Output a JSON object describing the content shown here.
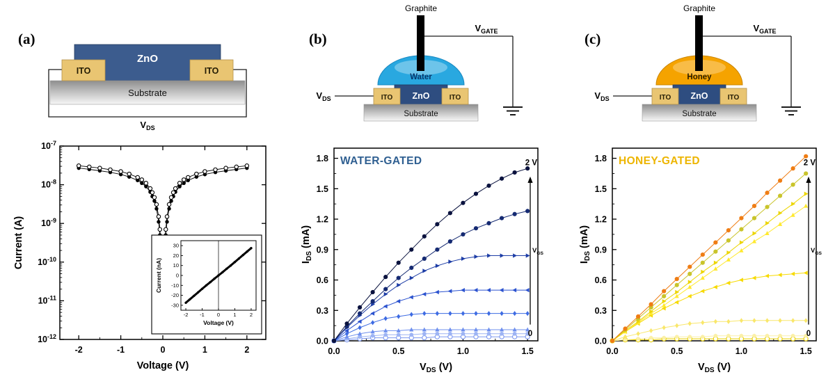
{
  "panels": {
    "a": {
      "label": "(a)",
      "schematic": {
        "zno": "ZnO",
        "ito_left": "ITO",
        "ito_right": "ITO",
        "substrate": "Substrate",
        "vds": {
          "base": "V",
          "sub": "DS"
        }
      }
    },
    "b": {
      "label": "(b)",
      "schematic": {
        "graphite": "Graphite",
        "liquid": "Water",
        "zno": "ZnO",
        "ito_left": "ITO",
        "ito_right": "ITO",
        "substrate": "Substrate",
        "vds": {
          "base": "V",
          "sub": "DS"
        },
        "vgate": {
          "base": "V",
          "sub": "GATE"
        }
      }
    },
    "c": {
      "label": "(c)",
      "schematic": {
        "graphite": "Graphite",
        "liquid": "Honey",
        "zno": "ZnO",
        "ito_left": "ITO",
        "ito_right": "ITO",
        "substrate": "Substrate",
        "vds": {
          "base": "V",
          "sub": "DS"
        },
        "vgate": {
          "base": "V",
          "sub": "GATE"
        }
      }
    }
  },
  "colors": {
    "water": "#29a8e0",
    "honey": "#f5a300",
    "water_title": "#2f5f91",
    "honey_title": "#edb500"
  },
  "chart_data": [
    {
      "id": "chart-a",
      "type": "scatter",
      "scale": "log-y",
      "xlabel": "Voltage (V)",
      "ylabel": "Current (A)",
      "xlim": [
        -2.45,
        2.45
      ],
      "xticks": [
        -2,
        -1,
        0,
        1,
        2
      ],
      "y_exponent_range": [
        -12,
        -7
      ],
      "series": [
        {
          "name": "iv-filled",
          "marker": "circle",
          "color": "#000000",
          "points": [
            [
              -2,
              2.7e-08
            ],
            [
              -1.75,
              2.5e-08
            ],
            [
              -1.5,
              2.3e-08
            ],
            [
              -1.25,
              2.1e-08
            ],
            [
              -1,
              1.85e-08
            ],
            [
              -0.8,
              1.6e-08
            ],
            [
              -0.6,
              1.3e-08
            ],
            [
              -0.5,
              1.1e-08
            ],
            [
              -0.4,
              9e-09
            ],
            [
              -0.3,
              6.5e-09
            ],
            [
              -0.25,
              5e-09
            ],
            [
              -0.2,
              3.8e-09
            ],
            [
              -0.15,
              2.4e-09
            ],
            [
              -0.1,
              1.1e-09
            ],
            [
              -0.07,
              5e-10
            ],
            [
              -0.05,
              2e-10
            ],
            [
              -0.035,
              7e-11
            ],
            [
              -0.02,
              1.6e-11
            ],
            [
              -0.012,
              9e-12
            ],
            [
              0.012,
              9e-12
            ],
            [
              0.02,
              1.6e-11
            ],
            [
              0.035,
              7e-11
            ],
            [
              0.05,
              2e-10
            ],
            [
              0.07,
              5e-10
            ],
            [
              0.1,
              1.1e-09
            ],
            [
              0.15,
              2.4e-09
            ],
            [
              0.2,
              3.8e-09
            ],
            [
              0.25,
              5e-09
            ],
            [
              0.3,
              6.5e-09
            ],
            [
              0.4,
              9e-09
            ],
            [
              0.5,
              1.1e-08
            ],
            [
              0.6,
              1.3e-08
            ],
            [
              0.8,
              1.6e-08
            ],
            [
              1,
              1.85e-08
            ],
            [
              1.25,
              2.1e-08
            ],
            [
              1.5,
              2.3e-08
            ],
            [
              1.75,
              2.5e-08
            ],
            [
              2,
              2.7e-08
            ]
          ]
        },
        {
          "name": "iv-open",
          "marker": "circle-open",
          "color": "#000000",
          "points": [
            [
              -2,
              3.1e-08
            ],
            [
              -1.75,
              2.9e-08
            ],
            [
              -1.5,
              2.7e-08
            ],
            [
              -1.25,
              2.45e-08
            ],
            [
              -1,
              2.2e-08
            ],
            [
              -0.8,
              1.9e-08
            ],
            [
              -0.6,
              1.55e-08
            ],
            [
              -0.5,
              1.35e-08
            ],
            [
              -0.4,
              1.1e-08
            ],
            [
              -0.3,
              8e-09
            ],
            [
              -0.25,
              6.3e-09
            ],
            [
              -0.2,
              4.7e-09
            ],
            [
              -0.15,
              3.1e-09
            ],
            [
              -0.1,
              1.5e-09
            ],
            [
              -0.07,
              7e-10
            ],
            [
              -0.05,
              3e-10
            ],
            [
              -0.035,
              1.1e-10
            ],
            [
              -0.02,
              2.4e-11
            ],
            [
              -0.012,
              6e-12
            ],
            [
              0.012,
              6e-12
            ],
            [
              0.02,
              2.4e-11
            ],
            [
              0.035,
              1.1e-10
            ],
            [
              0.05,
              3e-10
            ],
            [
              0.07,
              7e-10
            ],
            [
              0.1,
              1.5e-09
            ],
            [
              0.15,
              3.1e-09
            ],
            [
              0.2,
              4.7e-09
            ],
            [
              0.25,
              6.3e-09
            ],
            [
              0.3,
              8e-09
            ],
            [
              0.4,
              1.1e-08
            ],
            [
              0.5,
              1.35e-08
            ],
            [
              0.6,
              1.55e-08
            ],
            [
              0.8,
              1.9e-08
            ],
            [
              1,
              2.2e-08
            ],
            [
              1.25,
              2.45e-08
            ],
            [
              1.5,
              2.7e-08
            ],
            [
              1.75,
              2.9e-08
            ],
            [
              2,
              3.1e-08
            ]
          ]
        }
      ],
      "inset": {
        "xlabel": "Voltage (V)",
        "ylabel": "Current (nA)",
        "xlim": [
          -2.3,
          2.3
        ],
        "ylim": [
          -35,
          35
        ],
        "xticks": [
          -2,
          -1,
          0,
          1,
          2
        ],
        "yticks": [
          -30,
          -20,
          -10,
          0,
          10,
          20,
          30
        ],
        "series": [
          {
            "name": "linear-iv",
            "marker": "circle",
            "color": "#000000",
            "points": [
              [
                -2,
                -27.5
              ],
              [
                -1.75,
                -24
              ],
              [
                -1.5,
                -20.5
              ],
              [
                -1.25,
                -17
              ],
              [
                -1,
                -13.5
              ],
              [
                -0.75,
                -10
              ],
              [
                -0.5,
                -6.7
              ],
              [
                -0.25,
                -3.3
              ],
              [
                0,
                0
              ],
              [
                0.25,
                3.3
              ],
              [
                0.5,
                6.7
              ],
              [
                0.75,
                10
              ],
              [
                1,
                13.5
              ],
              [
                1.25,
                17
              ],
              [
                1.5,
                20.5
              ],
              [
                1.75,
                24
              ],
              [
                2,
                27.5
              ]
            ]
          }
        ]
      }
    },
    {
      "id": "chart-b",
      "type": "line-scatter",
      "title": "WATER-GATED",
      "title_color": "#2f5f91",
      "xlabel": "V_{DS} (V)",
      "ylabel": "I_{DS} (mA)",
      "xlim": [
        0,
        1.58
      ],
      "ylim": [
        0,
        1.9
      ],
      "xticks": [
        0,
        0.5,
        1,
        1.5
      ],
      "yticks": [
        0,
        0.3,
        0.6,
        0.9,
        1.2,
        1.5,
        1.8
      ],
      "gate_annotation": {
        "top": "2 V",
        "axis": "V_{GS}",
        "bottom": "0"
      },
      "x": [
        0,
        0.1,
        0.2,
        0.3,
        0.4,
        0.5,
        0.6,
        0.7,
        0.8,
        0.9,
        1,
        1.1,
        1.2,
        1.3,
        1.4,
        1.5
      ],
      "series": [
        {
          "name": "curve-1",
          "marker": "circle",
          "color": "#0a123e",
          "y": [
            0,
            0.17,
            0.33,
            0.48,
            0.63,
            0.77,
            0.9,
            1.03,
            1.15,
            1.26,
            1.36,
            1.45,
            1.53,
            1.6,
            1.66,
            1.7
          ]
        },
        {
          "name": "curve-2",
          "marker": "circle",
          "color": "#152a72",
          "y": [
            0,
            0.14,
            0.27,
            0.39,
            0.51,
            0.62,
            0.72,
            0.81,
            0.9,
            0.98,
            1.05,
            1.11,
            1.16,
            1.21,
            1.25,
            1.28
          ]
        },
        {
          "name": "curve-3",
          "marker": "tri-right",
          "color": "#1d3da6",
          "y": [
            0,
            0.13,
            0.25,
            0.36,
            0.46,
            0.55,
            0.62,
            0.69,
            0.74,
            0.78,
            0.81,
            0.83,
            0.84,
            0.84,
            0.84,
            0.84
          ]
        },
        {
          "name": "curve-4",
          "marker": "tri-left",
          "color": "#2b52cf",
          "y": [
            0,
            0.1,
            0.19,
            0.27,
            0.34,
            0.39,
            0.43,
            0.46,
            0.48,
            0.49,
            0.5,
            0.5,
            0.5,
            0.5,
            0.5,
            0.5
          ]
        },
        {
          "name": "curve-5",
          "marker": "diamond",
          "color": "#3d6be3",
          "y": [
            0,
            0.07,
            0.13,
            0.18,
            0.22,
            0.24,
            0.26,
            0.27,
            0.27,
            0.27,
            0.27,
            0.27,
            0.27,
            0.27,
            0.27,
            0.27
          ]
        },
        {
          "name": "curve-6",
          "marker": "tri-up",
          "color": "#6e8fee",
          "y": [
            0,
            0.04,
            0.07,
            0.09,
            0.1,
            0.1,
            0.11,
            0.11,
            0.11,
            0.11,
            0.11,
            0.11,
            0.11,
            0.11,
            0.11,
            0.11
          ]
        },
        {
          "name": "curve-7",
          "marker": "hex",
          "color": "#9db4f4",
          "y": [
            0,
            0.02,
            0.04,
            0.05,
            0.06,
            0.06,
            0.06,
            0.07,
            0.07,
            0.07,
            0.07,
            0.07,
            0.07,
            0.07,
            0.07,
            0.07
          ]
        },
        {
          "name": "curve-8",
          "marker": "circle-open",
          "color": "#7d98ef",
          "y": [
            0,
            0.01,
            0.02,
            0.03,
            0.03,
            0.03,
            0.03,
            0.03,
            0.04,
            0.04,
            0.04,
            0.04,
            0.04,
            0.04,
            0.04,
            0.04
          ]
        }
      ]
    },
    {
      "id": "chart-c",
      "type": "line-scatter",
      "title": "HONEY-GATED",
      "title_color": "#edb500",
      "xlabel": "V_{DS} (V)",
      "ylabel": "I_{DS} (mA)",
      "xlim": [
        0,
        1.58
      ],
      "ylim": [
        0,
        1.9
      ],
      "xticks": [
        0,
        0.5,
        1,
        1.5
      ],
      "yticks": [
        0,
        0.3,
        0.6,
        0.9,
        1.2,
        1.5,
        1.8
      ],
      "gate_annotation": {
        "top": "2 V",
        "axis": "V_{GS}",
        "bottom": "0"
      },
      "x": [
        0,
        0.1,
        0.2,
        0.3,
        0.4,
        0.5,
        0.6,
        0.7,
        0.8,
        0.9,
        1,
        1.1,
        1.2,
        1.3,
        1.4,
        1.5
      ],
      "series": [
        {
          "name": "curve-1",
          "marker": "circle",
          "color": "#ef7d14",
          "y": [
            0,
            0.12,
            0.24,
            0.36,
            0.49,
            0.61,
            0.73,
            0.85,
            0.97,
            1.09,
            1.21,
            1.33,
            1.46,
            1.58,
            1.7,
            1.82
          ]
        },
        {
          "name": "curve-2",
          "marker": "circle",
          "color": "#c9c42b",
          "y": [
            0,
            0.11,
            0.22,
            0.33,
            0.44,
            0.55,
            0.66,
            0.77,
            0.88,
            0.99,
            1.1,
            1.21,
            1.32,
            1.43,
            1.54,
            1.65
          ]
        },
        {
          "name": "curve-3",
          "marker": "tri-right",
          "color": "#ecd500",
          "y": [
            0,
            0.1,
            0.19,
            0.29,
            0.39,
            0.48,
            0.58,
            0.68,
            0.77,
            0.87,
            0.97,
            1.06,
            1.16,
            1.26,
            1.35,
            1.45
          ]
        },
        {
          "name": "curve-4",
          "marker": "tri-up",
          "color": "#ffe92e",
          "y": [
            0,
            0.09,
            0.18,
            0.27,
            0.35,
            0.44,
            0.53,
            0.62,
            0.71,
            0.8,
            0.89,
            0.98,
            1.06,
            1.15,
            1.24,
            1.33
          ]
        },
        {
          "name": "curve-5",
          "marker": "tri-left",
          "color": "#f7da00",
          "y": [
            0,
            0.09,
            0.17,
            0.25,
            0.32,
            0.38,
            0.44,
            0.49,
            0.53,
            0.57,
            0.6,
            0.62,
            0.64,
            0.65,
            0.66,
            0.67
          ]
        },
        {
          "name": "curve-6",
          "marker": "diamond",
          "color": "#f9e76b",
          "y": [
            0,
            0.04,
            0.07,
            0.1,
            0.13,
            0.15,
            0.17,
            0.18,
            0.19,
            0.19,
            0.2,
            0.2,
            0.2,
            0.2,
            0.2,
            0.2
          ]
        },
        {
          "name": "curve-7",
          "marker": "hex",
          "color": "#fbf0a8",
          "y": [
            0,
            0.01,
            0.02,
            0.03,
            0.03,
            0.04,
            0.04,
            0.04,
            0.05,
            0.05,
            0.05,
            0.05,
            0.05,
            0.05,
            0.05,
            0.05
          ]
        },
        {
          "name": "curve-8",
          "marker": "circle-open",
          "color": "#e8cf00",
          "y": [
            0,
            0.01,
            0.01,
            0.01,
            0.02,
            0.02,
            0.02,
            0.02,
            0.02,
            0.02,
            0.02,
            0.02,
            0.02,
            0.02,
            0.02,
            0.02
          ]
        }
      ]
    }
  ]
}
